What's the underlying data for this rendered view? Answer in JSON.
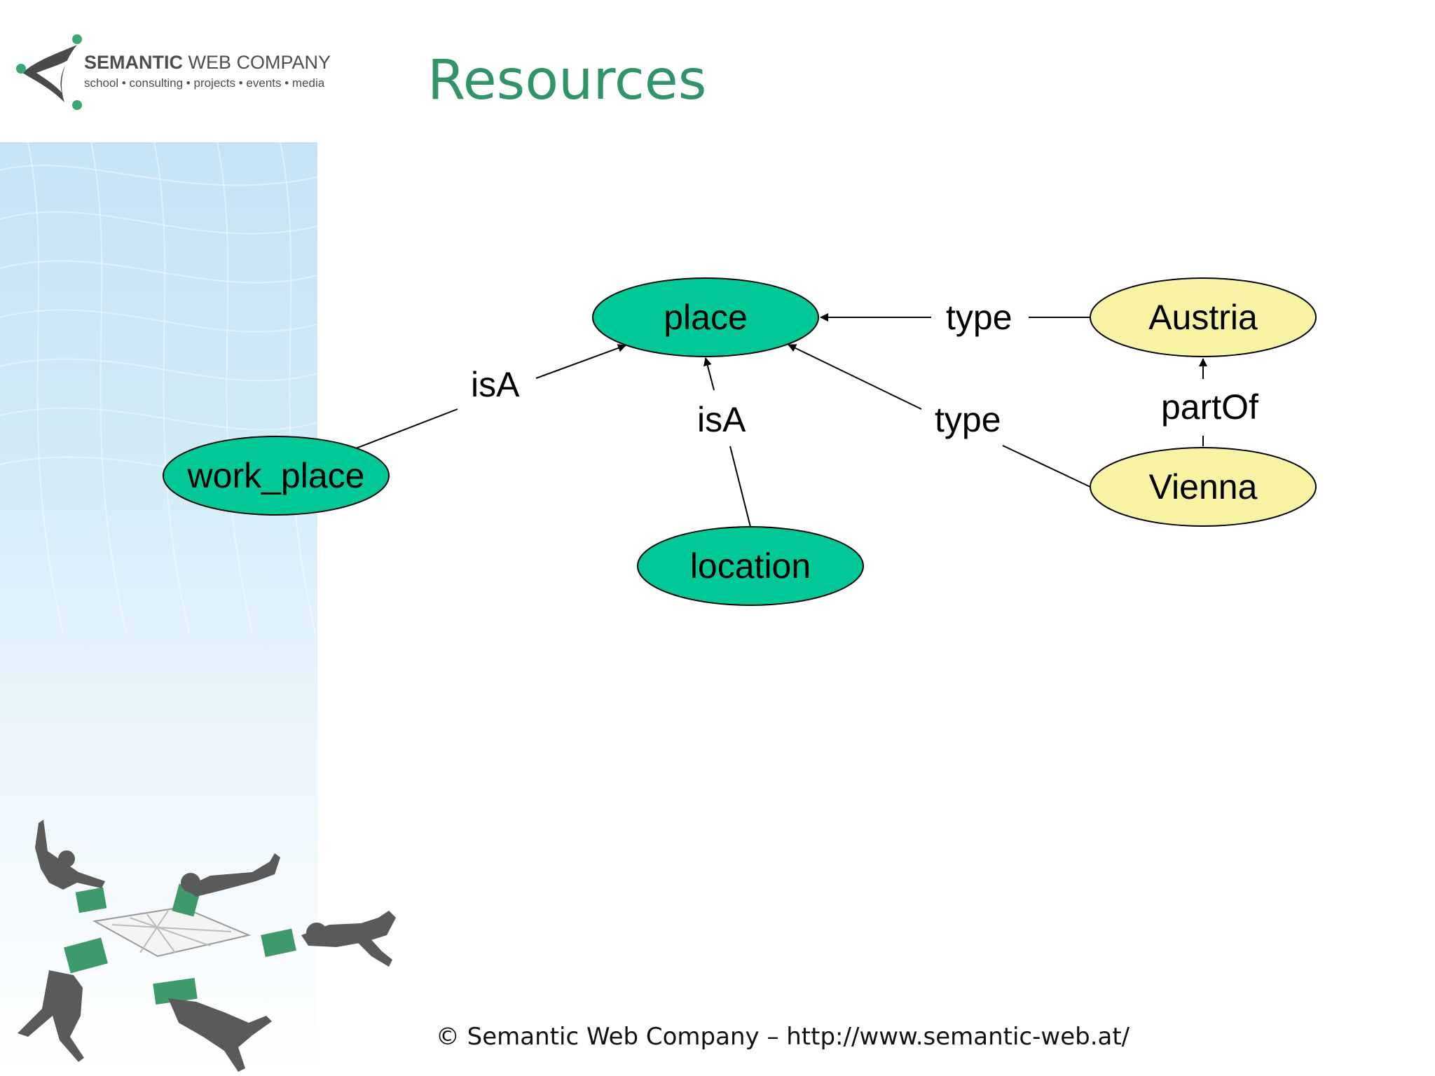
{
  "logo": {
    "name_bold": "SEMANTIC",
    "name_rest": " WEB COMPANY",
    "tagline": "school • consulting • projects • events • media"
  },
  "title": "Resources",
  "diagram": {
    "nodes": {
      "place": "place",
      "work_place": "work_place",
      "location": "location",
      "austria": "Austria",
      "vienna": "Vienna"
    },
    "edges": {
      "work_place_isA_place": "isA",
      "location_isA_place": "isA",
      "austria_type_place": "type",
      "vienna_type_place": "type",
      "vienna_partOf_austria": "partOf"
    },
    "colors": {
      "class_node": "#00c897",
      "instance_node": "#f7f3a2"
    }
  },
  "footer": "© Semantic Web Company – http://www.semantic-web.at/"
}
